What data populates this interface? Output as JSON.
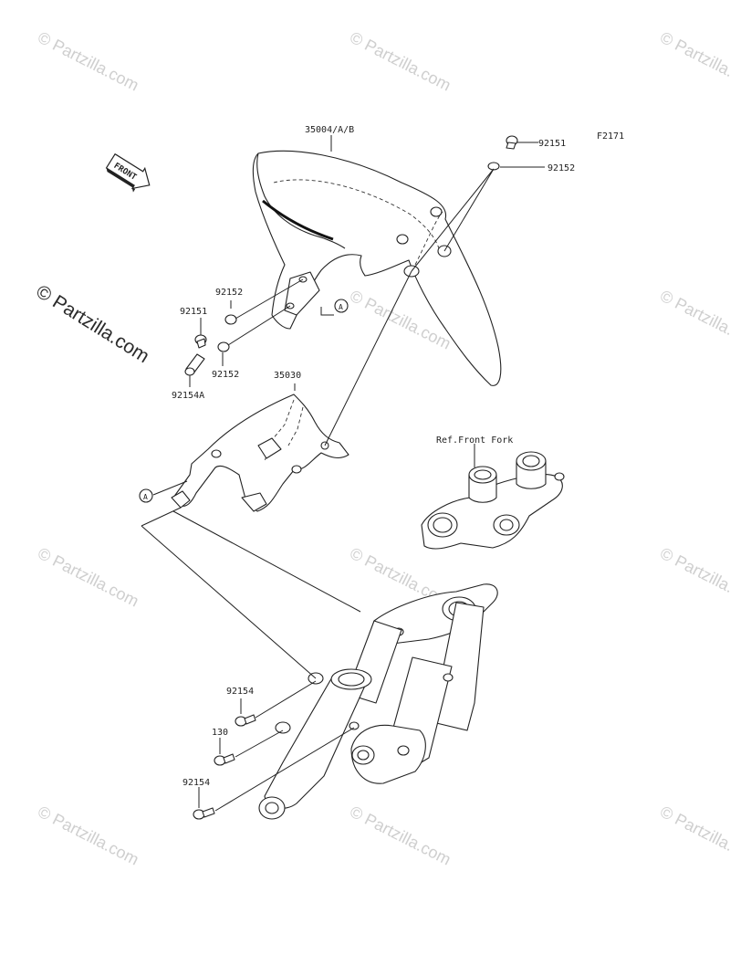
{
  "diagram_id": "F2171",
  "watermark": {
    "text": "© Partzilla.com",
    "main_text": "© Partzilla.com"
  },
  "front_arrow_label": "FRONT",
  "reference_label": "Ref.Front Fork",
  "callout_letter": "A",
  "part_labels": {
    "fender": "35004/A/B",
    "bracket": "35030",
    "bolt_top": "92151",
    "washer_top": "92152",
    "washer_left_upper": "92152",
    "bolt_left": "92151",
    "washer_left_lower": "92152",
    "stud_left": "92154A",
    "bolt_fork_upper": "92154",
    "bolt_fork_mid": "130",
    "bolt_fork_lower": "92154"
  }
}
